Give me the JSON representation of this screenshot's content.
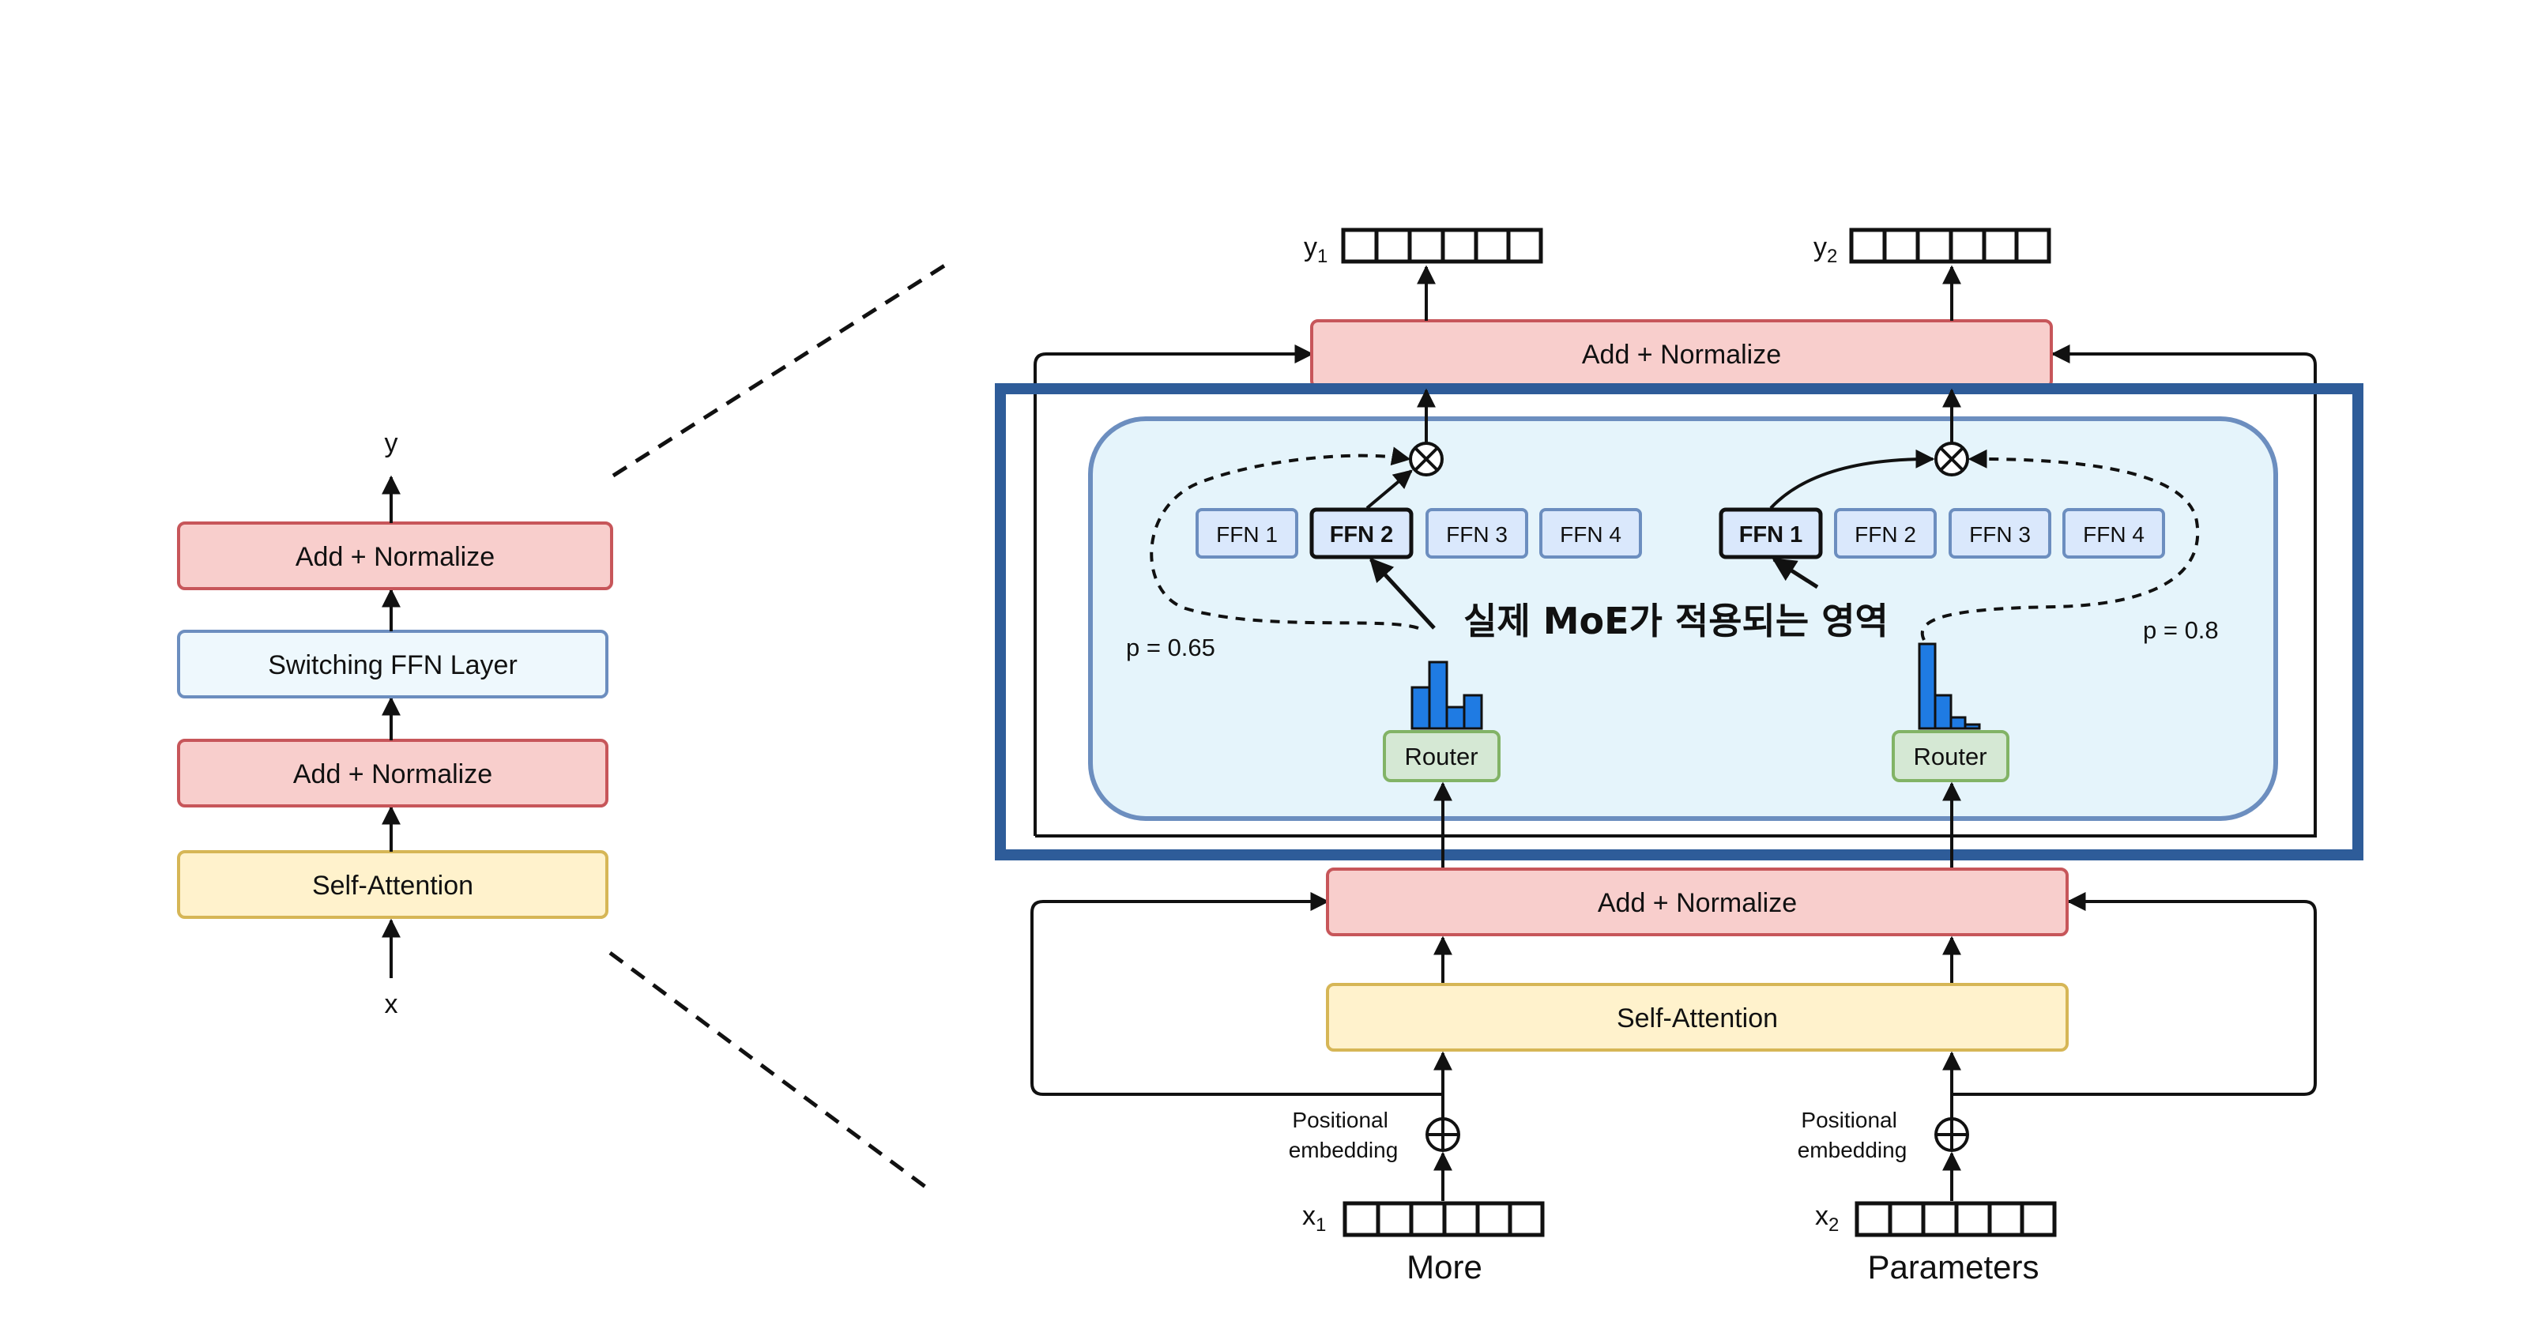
{
  "colors": {
    "add_normalize_fill": "#f8cecc",
    "add_normalize_stroke": "#c7565a",
    "self_attention_fill": "#fff2cc",
    "self_attention_stroke": "#d6b656",
    "switching_ffn_fill": "#eef8fd",
    "switching_ffn_stroke": "#6c8ebf",
    "moe_region_fill": "#e5f4fb",
    "moe_region_stroke": "#6c8ebf",
    "highlight_box_stroke": "#2e5c99",
    "ffn_fill": "#dae8fc",
    "ffn_stroke": "#6c8ebf",
    "router_fill": "#d5e8d4",
    "router_stroke": "#82b366",
    "histogram_fill": "#1f7be3"
  },
  "left_block": {
    "output_label": "y",
    "input_label": "x",
    "add_normalize_top": "Add + Normalize",
    "switching_ffn": "Switching FFN Layer",
    "add_normalize_bottom": "Add + Normalize",
    "self_attention": "Self-Attention"
  },
  "right_block": {
    "outputs": [
      {
        "label": "y",
        "subscript": "1"
      },
      {
        "label": "y",
        "subscript": "2"
      }
    ],
    "add_normalize_top": "Add + Normalize",
    "add_normalize_bottom": "Add + Normalize",
    "self_attention": "Self-Attention",
    "moe_annotation": "실제 MoE가 적용되는 영역",
    "token1": {
      "experts": [
        "FFN 1",
        "FFN 2",
        "FFN 3",
        "FFN 4"
      ],
      "selected_index": 1,
      "probability": "p = 0.65",
      "router": "Router",
      "positional_embedding": [
        "Positional",
        "embedding"
      ],
      "input_label": "x",
      "input_subscript": "1",
      "word": "More"
    },
    "token2": {
      "experts": [
        "FFN 1",
        "FFN 2",
        "FFN 3",
        "FFN 4"
      ],
      "selected_index": 0,
      "probability": "p = 0.8",
      "router": "Router",
      "positional_embedding": [
        "Positional",
        "embedding"
      ],
      "input_label": "x",
      "input_subscript": "2",
      "word": "Parameters"
    }
  }
}
